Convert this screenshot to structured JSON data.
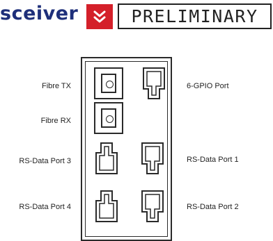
{
  "header": {
    "title_fragment": "sceiver",
    "badge_text": "PRELIMINARY",
    "colors": {
      "title": "#1e2f7a",
      "chevron_bg": "#d4202a"
    },
    "chevron_icon": "double-chevron-down-icon"
  },
  "ports": {
    "fibre_tx": "Fibre TX",
    "fibre_rx": "Fibre RX",
    "gpio": "6-GPIO Port",
    "rs_data_1": "RS-Data Port 1",
    "rs_data_2": "RS-Data Port 2",
    "rs_data_3": "RS-Data Port 3",
    "rs_data_4": "RS-Data Port 4"
  }
}
